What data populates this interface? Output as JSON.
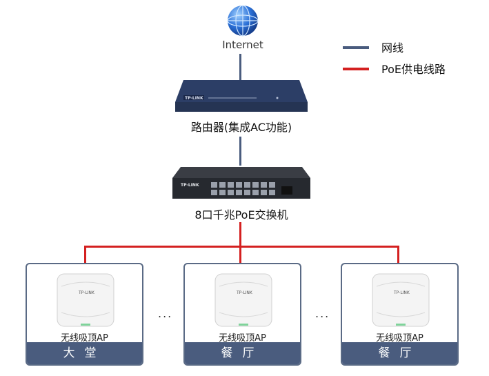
{
  "internet": {
    "label": "Internet"
  },
  "legend": {
    "items": [
      {
        "label": "网线",
        "color": "#4a5c7e"
      },
      {
        "label": "PoE供电线路",
        "color": "#d42020"
      }
    ]
  },
  "router": {
    "label": "路由器(集成AC功能)",
    "brand": "TP-LINK"
  },
  "switch": {
    "label": "8口千兆PoE交换机",
    "brand": "TP-LINK"
  },
  "aps": [
    {
      "label": "无线吸顶AP",
      "room": "大堂",
      "brand": "TP-LINK"
    },
    {
      "label": "无线吸顶AP",
      "room": "餐厅",
      "brand": "TP-LINK"
    },
    {
      "label": "无线吸顶AP",
      "room": "餐厅",
      "brand": "TP-LINK"
    }
  ],
  "ellipsis": "...",
  "colors": {
    "network_cable": "#4a5c7e",
    "poe_cable": "#d42020",
    "room_bar": "#4a5c7e"
  }
}
